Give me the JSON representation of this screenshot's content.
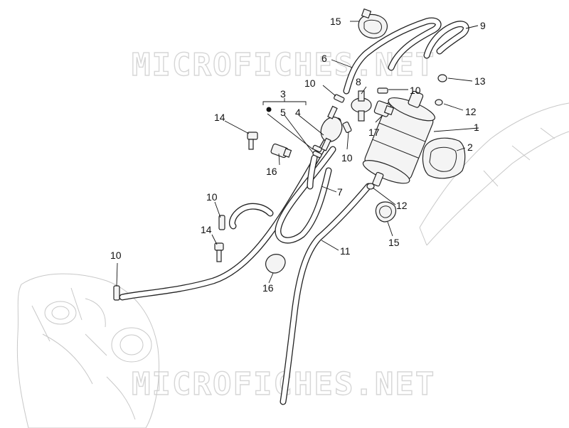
{
  "watermark": {
    "top_text": "MICROFICHES.NET",
    "bottom_text": "MICROFICHES.NET"
  },
  "callouts": {
    "c1": "1",
    "c2": "2",
    "c3": "3",
    "c4": "4",
    "c5": "5",
    "c6": "6",
    "c7": "7",
    "c8": "8",
    "c9": "9",
    "c10a": "10",
    "c10b": "10",
    "c10c": "10",
    "c10d": "10",
    "c10e": "10",
    "c11": "11",
    "c12a": "12",
    "c12b": "12",
    "c13": "13",
    "c14a": "14",
    "c14b": "14",
    "c15a": "15",
    "c15b": "15",
    "c16a": "16",
    "c16b": "16",
    "c17": "17"
  },
  "colors": {
    "line": "#222222",
    "watermark": "#d6d6d6",
    "ghost_outline": "#c8c8c8"
  }
}
